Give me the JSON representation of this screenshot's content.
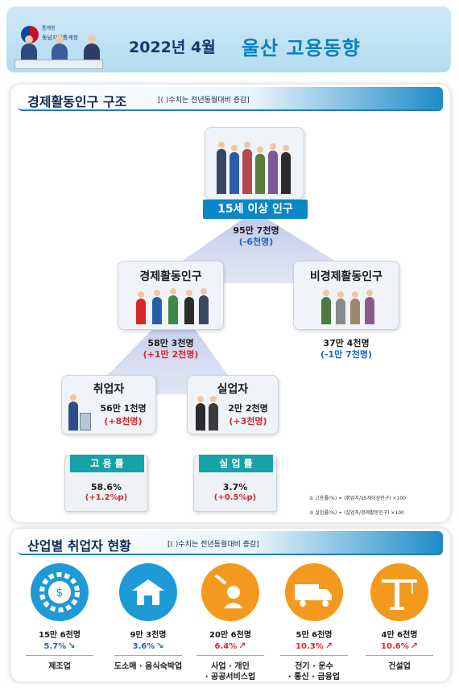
{
  "header": {
    "logo_line1": "통계청",
    "logo_line2": "동남지방통계청",
    "title_year": "2022년 4월",
    "title_main": "울산 고용동향"
  },
  "section1": {
    "title": "경제활동인구 구조",
    "note": "[( )수치는 전년동월대비 증감]"
  },
  "tree": {
    "population": {
      "label": "15세 이상 인구",
      "value": "95만 7천명",
      "change": "(-6천명)"
    },
    "economically_active": {
      "label": "경제활동인구",
      "value": "58만 3천명",
      "change": "(+1만 2천명)"
    },
    "economically_inactive": {
      "label": "비경제활동인구",
      "value": "37만 4천명",
      "change": "(-1만 7천명)"
    },
    "employed": {
      "label": "취업자",
      "value": "56만 1천명",
      "change": "(+8천명)"
    },
    "unemployed": {
      "label": "실업자",
      "value": "2만 2천명",
      "change": "(+3천명)"
    }
  },
  "rates": {
    "employment": {
      "label": "고 용 률",
      "value": "58.6%",
      "change": "(+1.2%p)"
    },
    "unemployment": {
      "label": "실 업 률",
      "value": "3.7%",
      "change": "(+0.5%p)"
    },
    "formula1": "① 고용률(%) = (취업자/15세이상인구) ×100",
    "formula2": "② 실업률(%) = (실업자/경제활동인구) ×100"
  },
  "section2": {
    "title": "산업별 취업자 현황",
    "note": "[( )수치는 전년동월대비 증감]"
  },
  "industries": [
    {
      "value": "15만 6천명",
      "pct": "5.7%",
      "direction": "down",
      "name1": "제조업",
      "name2": "",
      "color": "#1e9ad6",
      "icon": "gear-money-icon"
    },
    {
      "value": "9만 3천명",
      "pct": "3.6%",
      "direction": "down",
      "name1": "도소매 · 음식숙박업",
      "name2": "",
      "color": "#1e9ad6",
      "icon": "store-icon"
    },
    {
      "value": "20만 6천명",
      "pct": "6.4%",
      "direction": "up",
      "name1": "사업 · 개인",
      "name2": "· 공공서비스업",
      "color": "#f39a1e",
      "icon": "tools-person-icon"
    },
    {
      "value": "5만 6천명",
      "pct": "10.3%",
      "direction": "up",
      "name1": "전기 · 운수",
      "name2": "· 통신 · 금융업",
      "color": "#f39a1e",
      "icon": "truck-icon"
    },
    {
      "value": "4만 6천명",
      "pct": "10.6%",
      "direction": "up",
      "name1": "건설업",
      "name2": "",
      "color": "#f39a1e",
      "icon": "crane-icon"
    }
  ],
  "colors": {
    "accent_blue": "#0b86c7",
    "teal": "#16a3a8",
    "increase_red": "#d6282b",
    "decrease_blue": "#1a63c9"
  }
}
